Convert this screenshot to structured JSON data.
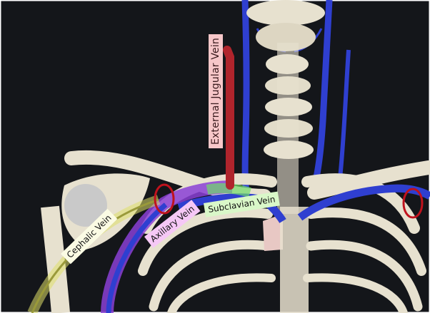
{
  "labels": {
    "external_jugular_vein": "External Jugular Vein",
    "cephalic_vein": "Cephalic Vein",
    "axillary_vein": "Axillary Vein",
    "subclavian_vein": "Subclavian Vein"
  },
  "colors": {
    "background": "#14161a",
    "bone": "#e7e1cf",
    "vein": "#2f3fd0",
    "ejv_highlight": "#b0242c",
    "cephalic_highlight": "#dfe06a",
    "axillary_highlight": "#8a3fd6",
    "subclavian_highlight": "#6fdc6a",
    "marker": "#c0121d",
    "manubrium": "#e8c8c4"
  }
}
